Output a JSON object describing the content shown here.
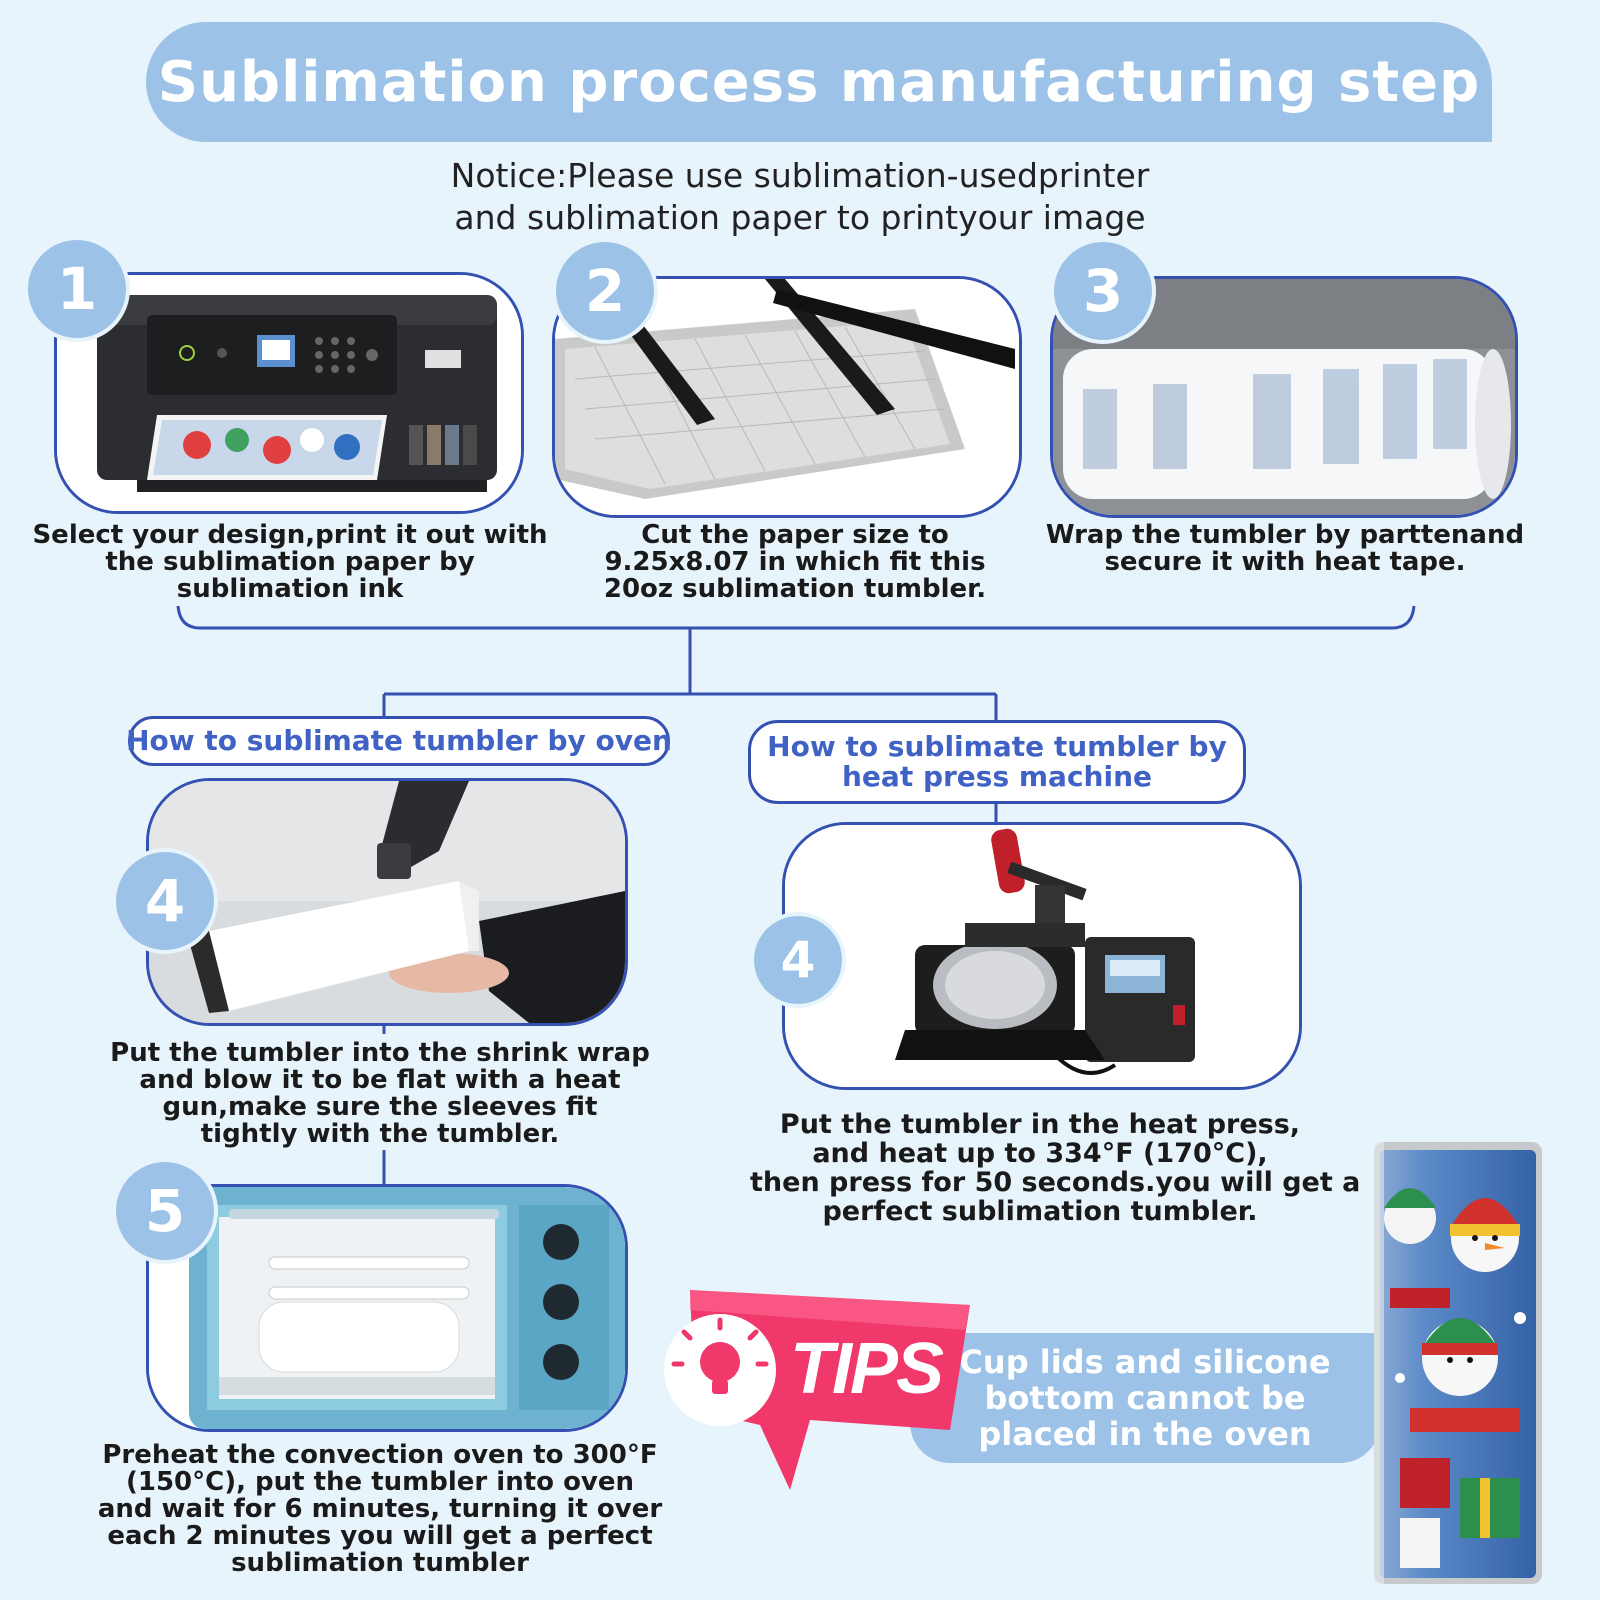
{
  "header": {
    "title": "Sublimation process manufacturing step",
    "notice_line1": "Notice:Please use sublimation-usedprinter",
    "notice_line2": "and sublimation paper to printyour image"
  },
  "steps_top": [
    {
      "number": "1",
      "icon": "printer",
      "caption_lines": [
        "Select your design,print it out with",
        "the sublimation paper by",
        "sublimation ink"
      ]
    },
    {
      "number": "2",
      "icon": "paper-cutter",
      "caption_lines": [
        "Cut the paper size to",
        "9.25x8.07 in which fit this",
        "20oz sublimation tumbler."
      ]
    },
    {
      "number": "3",
      "icon": "wrapped-tumbler",
      "caption_lines": [
        "Wrap the tumbler by parttenand",
        "secure it with heat tape."
      ]
    }
  ],
  "oven_branch": {
    "heading": "How to sublimate tumbler by oven",
    "step4": {
      "number": "4",
      "icon": "heat-gun",
      "caption_lines": [
        "Put the tumbler into the shrink wrap",
        "and blow it to be flat with a heat",
        "gun,make sure the sleeves fit",
        "tightly  with the tumbler."
      ]
    },
    "step5": {
      "number": "5",
      "icon": "convection-oven",
      "caption_lines": [
        "Preheat the convection oven to 300°F",
        "(150°C),  put the tumbler into oven",
        "and wait for 6 minutes, turning it over",
        "each 2 minutes you will get a perfect",
        "sublimation tumbler"
      ]
    }
  },
  "press_branch": {
    "heading_lines": [
      "How to sublimate tumbler by",
      "heat press machine"
    ],
    "step4": {
      "number": "4",
      "icon": "heat-press-machine",
      "caption_lines": [
        "Put the tumbler in the heat press,",
        "and heat up to 334°F (170°C),",
        "then press for 50 seconds.you will get a",
        "perfect sublimation tumbler."
      ]
    }
  },
  "tips": {
    "label": "TIPS",
    "text_lines": [
      "Cup lids and silicone",
      "bottom cannot be",
      "placed in the oven"
    ]
  },
  "colors": {
    "background": "#e8f4fc",
    "accent_blue": "#9cc2e8",
    "line_blue": "#3451b2",
    "heading_blue": "#3f62c4",
    "tips_pink": "#f0386b"
  }
}
